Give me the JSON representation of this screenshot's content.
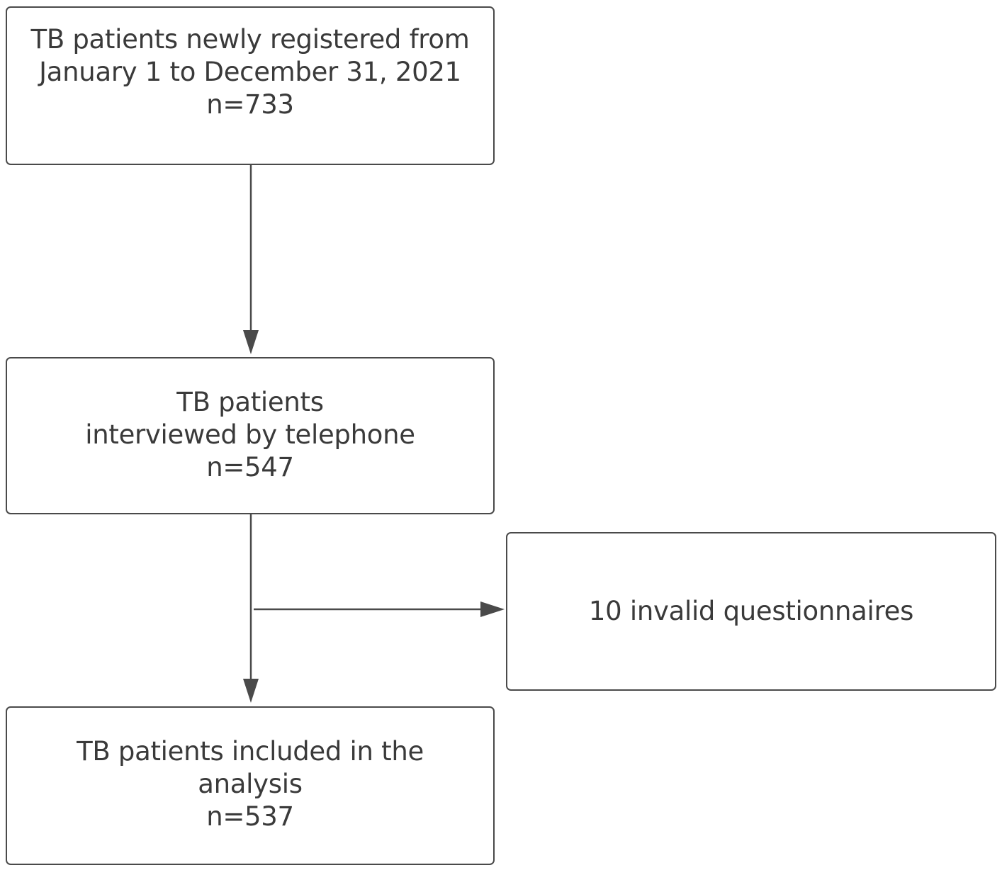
{
  "flowchart": {
    "registered": {
      "line1": "TB patients newly registered from",
      "line2": "January 1 to December 31, 2021",
      "count": "n=733"
    },
    "interviewed": {
      "line1": "TB patients",
      "line2": "interviewed by telephone",
      "count": "n=547"
    },
    "excluded": {
      "label": "10 invalid questionnaires"
    },
    "included": {
      "line1": "TB patients included in the",
      "line2": "analysis",
      "count": "n=537"
    }
  },
  "colors": {
    "stroke": "#4a4a4a",
    "text": "#3a3a3a",
    "background": "#ffffff"
  }
}
